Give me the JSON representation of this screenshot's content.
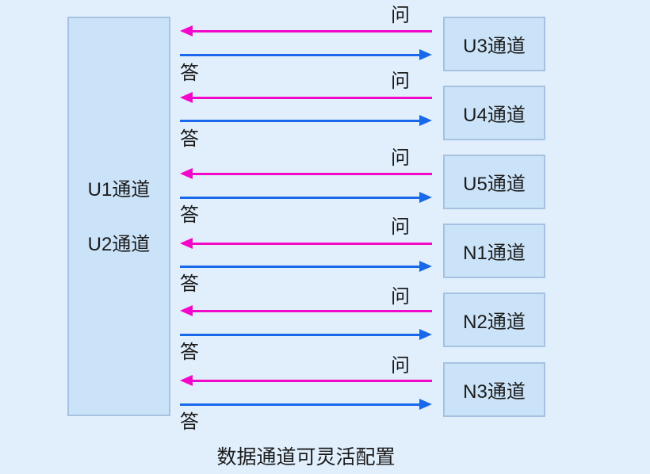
{
  "diagram": {
    "left_box": {
      "labels": [
        "U1通道",
        "U2通道"
      ]
    },
    "right_boxes": [
      {
        "label": "U3通道"
      },
      {
        "label": "U4通道"
      },
      {
        "label": "U5通道"
      },
      {
        "label": "N1通道"
      },
      {
        "label": "N2通道"
      },
      {
        "label": "N3通道"
      }
    ],
    "rows": [
      {
        "ask": "问",
        "answer": "答"
      },
      {
        "ask": "问",
        "answer": "答"
      },
      {
        "ask": "问",
        "answer": "答"
      },
      {
        "ask": "问",
        "answer": "答"
      },
      {
        "ask": "问",
        "answer": "答"
      },
      {
        "ask": "问",
        "answer": "答"
      }
    ],
    "caption": "数据通道可灵活配置",
    "colors": {
      "background": "#e1effd",
      "box_fill": "#cbe3f8",
      "box_border": "#a5c3e0",
      "ask_arrow": "#f307c9",
      "answer_arrow": "#1a68ea",
      "text": "#1b1b1b"
    }
  }
}
